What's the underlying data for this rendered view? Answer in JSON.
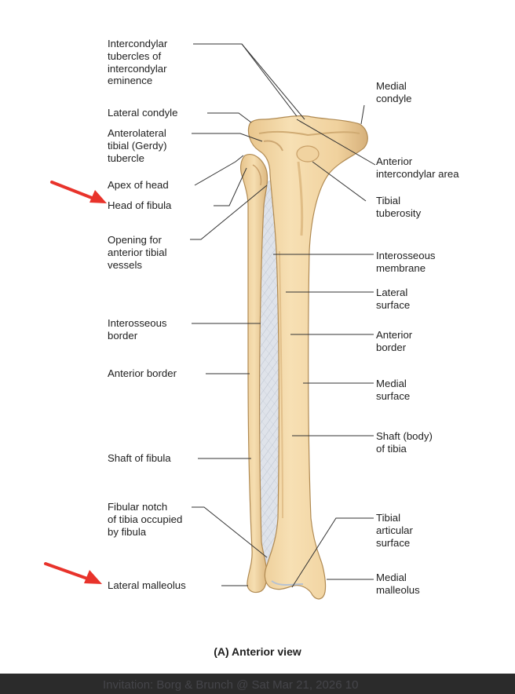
{
  "figure": {
    "caption": "(A) Anterior view",
    "colors": {
      "bone": "#f3d7a6",
      "bone_shadow": "#d8b47a",
      "bone_outline": "#b08a52",
      "membrane": "#dde2ea",
      "leader": "#333333",
      "arrow": "#e8332b",
      "footer": "#2b2b2b"
    },
    "labels_left": [
      "Intercondylar\ntubercles of\nintercondylar\neminence",
      "Lateral condyle",
      "Anterolateral\ntibial (Gerdy)\ntubercle",
      "Apex of head",
      "Head of fibula",
      "Opening for\nanterior tibial\nvessels",
      "Interosseous\nborder",
      "Anterior border",
      "Shaft of fibula",
      "Fibular notch\nof tibia occupied\nby fibula",
      "Lateral malleolus"
    ],
    "labels_right": [
      "Medial\ncondyle",
      "Anterior\nintercondylar area",
      "Tibial\ntuberosity",
      "Interosseous\nmembrane",
      "Lateral\nsurface",
      "Anterior\nborder",
      "Medial\nsurface",
      "Shaft (body)\nof tibia",
      "Tibial\narticular\nsurface",
      "Medial\nmalleolus"
    ],
    "highlight_arrows": [
      "red-arrow-icon",
      "red-arrow-icon"
    ]
  },
  "footer": {
    "text": "Invitation: Borg & Brunch @ Sat Mar 21, 2026 10"
  }
}
